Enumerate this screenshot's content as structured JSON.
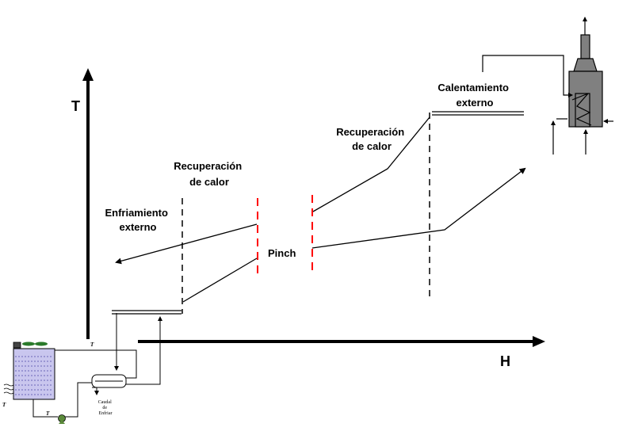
{
  "axes": {
    "y_label": "T",
    "x_label": "H"
  },
  "labels": {
    "external_cooling": [
      "Enfriamiento",
      "externo"
    ],
    "recovery_left": [
      "Recuperación",
      "de calor"
    ],
    "pinch": "Pinch",
    "recovery_right": [
      "Recuperación",
      "de calor"
    ],
    "external_heating": [
      "Calentamiento",
      "externo"
    ]
  },
  "cooler_figure": {
    "t_label_top": "T",
    "t_label_left": "T",
    "t_label_bottom": "T",
    "small_text": [
      "Caudal",
      "de",
      "Enfriar"
    ]
  },
  "colors": {
    "axis": "#000000",
    "pinch_line": "#ff0000",
    "divider": "#000000",
    "tank_fill": "#c9c6ee",
    "pump": "#5a8a3a",
    "furnace": "#808080"
  }
}
